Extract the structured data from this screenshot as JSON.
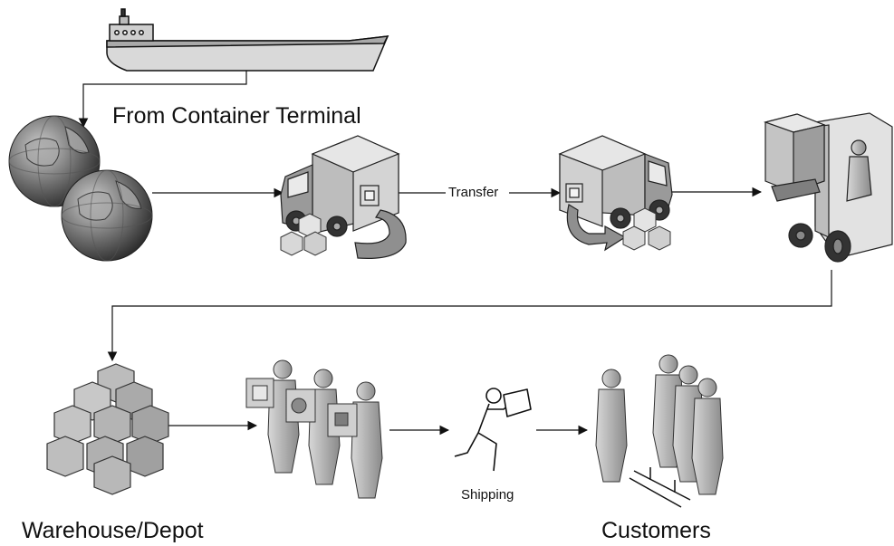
{
  "labels": {
    "from_terminal": "From Container Terminal",
    "transfer": "Transfer",
    "shipping": "Shipping",
    "warehouse": "Warehouse/Depot",
    "customers": "Customers"
  },
  "colors": {
    "line": "#111111",
    "light": "#e2e2e2",
    "mid": "#bdbdbd",
    "dark": "#7a7a7a",
    "darker": "#555555"
  },
  "icons": [
    "ship-icon",
    "globe-icon",
    "truck-icon",
    "forklift-icon",
    "boxes-icon",
    "person-icon",
    "runner-icon",
    "crowd-icon"
  ]
}
